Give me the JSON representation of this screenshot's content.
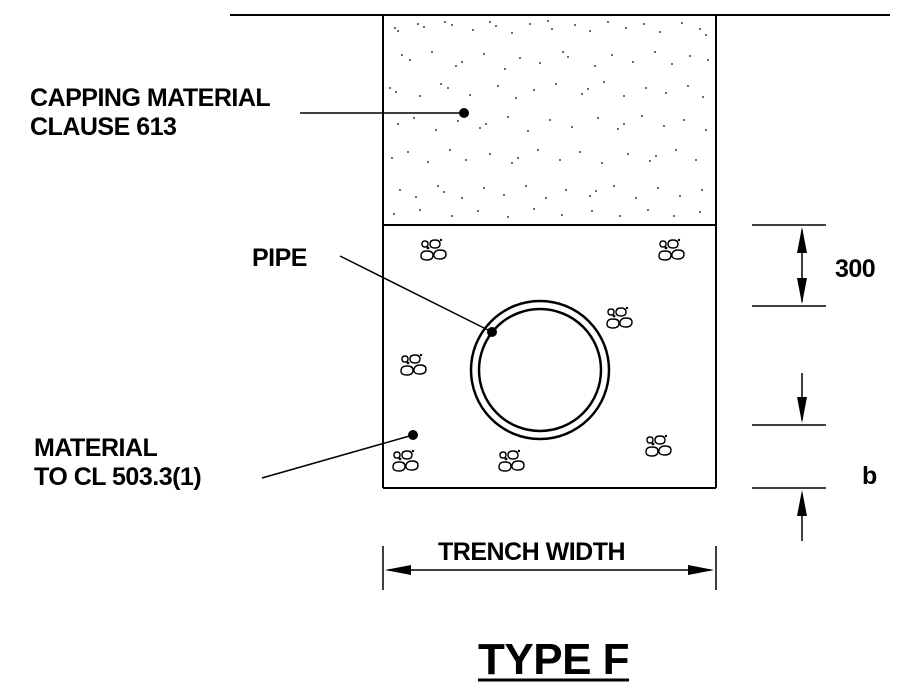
{
  "labels": {
    "capping_line1": "CAPPING MATERIAL",
    "capping_line2": "CLAUSE 613",
    "pipe": "PIPE",
    "material_line1": "MATERIAL",
    "material_line2": "TO CL 503.3(1)",
    "dim_300": "300",
    "dim_b": "b",
    "trench_width": "TRENCH WIDTH",
    "title": "TYPE F"
  },
  "colors": {
    "ink": "#000000",
    "paper": "#ffffff"
  },
  "icons": {
    "aggregate": "aggregate-stones-icon",
    "leader_dot": "filled-dot-icon",
    "arrowhead": "solid-arrowhead-icon"
  }
}
